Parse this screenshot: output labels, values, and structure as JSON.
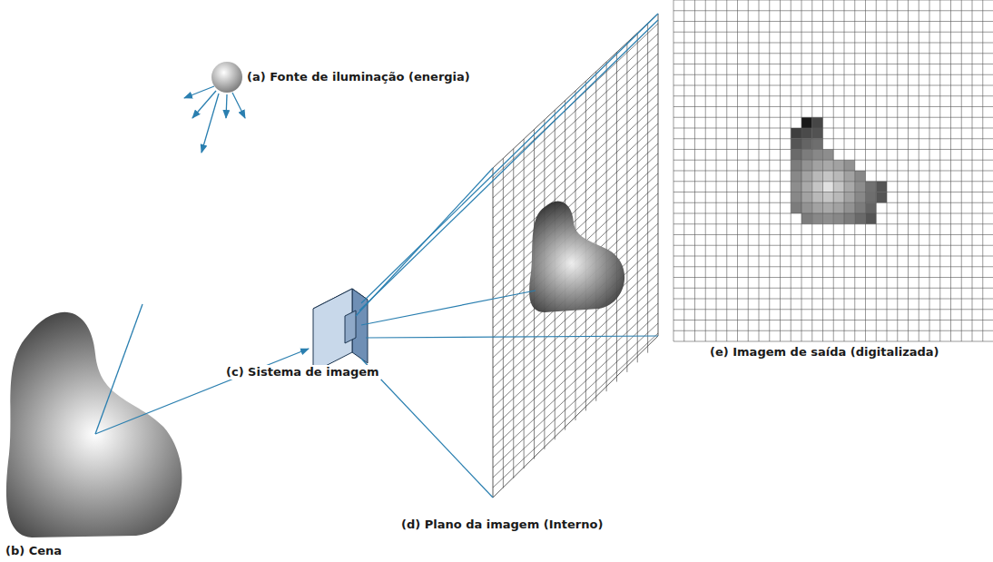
{
  "diagram": {
    "labels": [
      "(a) Fonte de iluminação (energia)",
      "(b) Cena",
      "(c) Sistema de imagem",
      "(d) Plano da imagem (Interno)",
      "(e) Imagem de saída (digitalizada)"
    ]
  }
}
